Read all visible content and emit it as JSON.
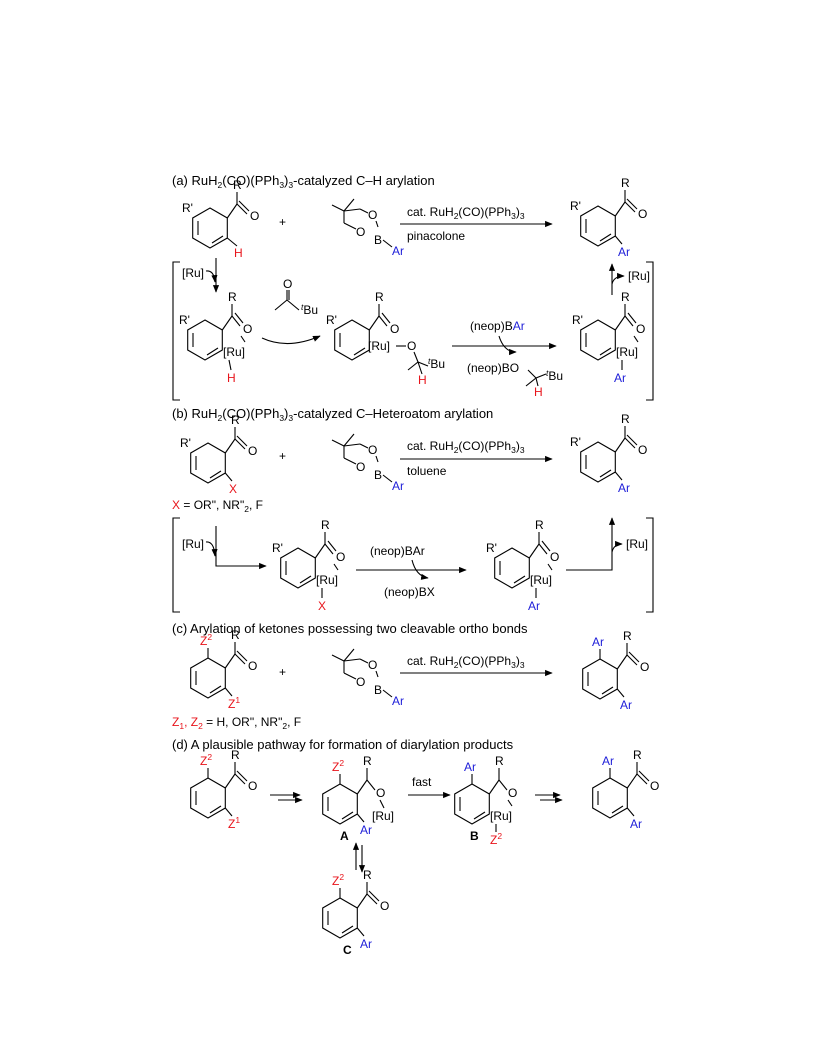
{
  "colors": {
    "highlight_atom": "#e8141b",
    "aryl_group": "#1d1dd8",
    "ink": "#000000"
  },
  "sections": {
    "a": {
      "heading_pre": "(a) RuH",
      "heading_s1": "2",
      "heading_mid1": "(CO)(PPh",
      "heading_s2": "3",
      "heading_mid2": ")",
      "heading_s3": "3",
      "heading_post": "-catalyzed C–H arylation",
      "conditions_top_pre": "cat. RuH",
      "conditions_top_s1": "2",
      "conditions_top_mid": "(CO)(PPh",
      "conditions_top_s2": "3",
      "conditions_top_mid2": ")",
      "conditions_top_s3": "3",
      "conditions_bottom": "pinacolone",
      "plus": "+",
      "substituent_H": "H",
      "catalyst_enter": "[Ru]",
      "catalyst_exit": "[Ru]",
      "ketone_tBu": "Bu",
      "ketone_t": "t",
      "boron_reagent": "(neop)B",
      "boron_reagent_ar": "Ar",
      "boron_byproduct": "(neop)BO",
      "boron_byproduct_t": "t",
      "boron_byproduct_bu": "Bu"
    },
    "b": {
      "heading_pre": "(b) RuH",
      "heading_s1": "2",
      "heading_mid1": "(CO)(PPh",
      "heading_s2": "3",
      "heading_mid2": ")",
      "heading_s3": "3",
      "heading_post": "-catalyzed C–Heteroatom arylation",
      "conditions_top_pre": "cat. RuH",
      "conditions_top_s1": "2",
      "conditions_top_mid": "(CO)(PPh",
      "conditions_top_s2": "3",
      "conditions_top_mid2": ")",
      "conditions_top_s3": "3",
      "conditions_bottom": "toluene",
      "plus": "+",
      "substituent_X": "X",
      "x_definition_x": "X",
      "x_definition_rest": " = OR\", NR\"",
      "x_definition_sub": "2",
      "x_definition_end": ", F",
      "catalyst_enter": "[Ru]",
      "catalyst_exit": "[Ru]",
      "boron_reagent": "(neop)BAr",
      "boron_byproduct": "(neop)BX"
    },
    "c": {
      "heading": "(c) Arylation of ketones possessing two cleavable ortho bonds",
      "conditions_top_pre": "cat. RuH",
      "conditions_top_s1": "2",
      "conditions_top_mid": "(CO)(PPh",
      "conditions_top_s2": "3",
      "conditions_top_mid2": ")",
      "conditions_top_s3": "3",
      "plus": "+",
      "z_definition_z1": "Z",
      "z_definition_s1": "1",
      "z_definition_sep": ", ",
      "z_definition_z2": "Z",
      "z_definition_s2": "2",
      "z_definition_rest": " =  H, OR\", NR\"",
      "z_definition_sub": "2",
      "z_definition_end": ", F"
    },
    "d": {
      "heading": "(d) A plausible pathway for formation of diarylation products",
      "arrow_label_fast": "fast",
      "label_A": "A",
      "label_B": "B",
      "label_C": "C"
    }
  },
  "atoms": {
    "R": "R",
    "Rp": "R'",
    "O": "O",
    "B": "B",
    "Ar": "Ar",
    "Ru": "[Ru]",
    "H": "H",
    "Z": "Z",
    "one": "1",
    "two": "2",
    "t": "t",
    "Bu": "Bu"
  },
  "icons": {
    "reaction_arrow": "arrow-right-icon",
    "curved_arrow": "curved-arrow-icon",
    "equilibrium": "equilibrium-arrows-icon"
  }
}
